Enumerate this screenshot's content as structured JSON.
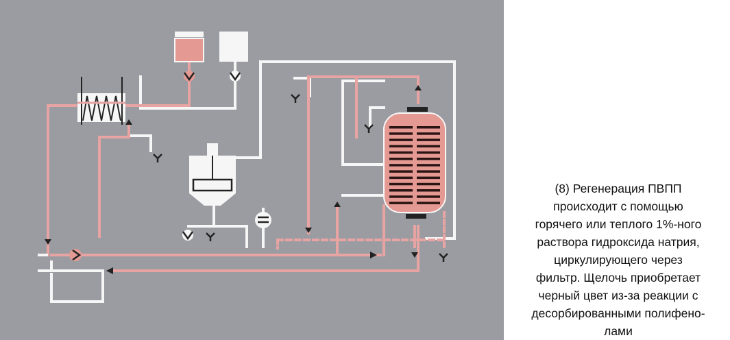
{
  "colors": {
    "panel_bg": "#9b9ca1",
    "hot_line": "#e8a3a3",
    "cold_line": "#f6f6f6",
    "vessel_fill": "#e49a93",
    "vessel_bars": "#2a1414",
    "dark": "#222222",
    "caption_text": "#111111"
  },
  "caption": {
    "lines": [
      "(8) Регенерация ПВПП",
      "происходит с помощью",
      "горячего или теплого 1%-ного",
      "раствора гидроксида натрия,",
      "циркулирующего через",
      "фильтр. Щелочь приобретает",
      "черный цвет из-за реакции с",
      "десорбированными полифено-",
      "лами"
    ]
  },
  "diagram": {
    "components": [
      "heat-exchanger",
      "hot-caustic-tank",
      "cold-water-tank",
      "dosing-pump",
      "mixing-tank",
      "cartridge-filter",
      "regeneration-filter-vessel",
      "drain-outlets",
      "flow-arrows"
    ]
  }
}
